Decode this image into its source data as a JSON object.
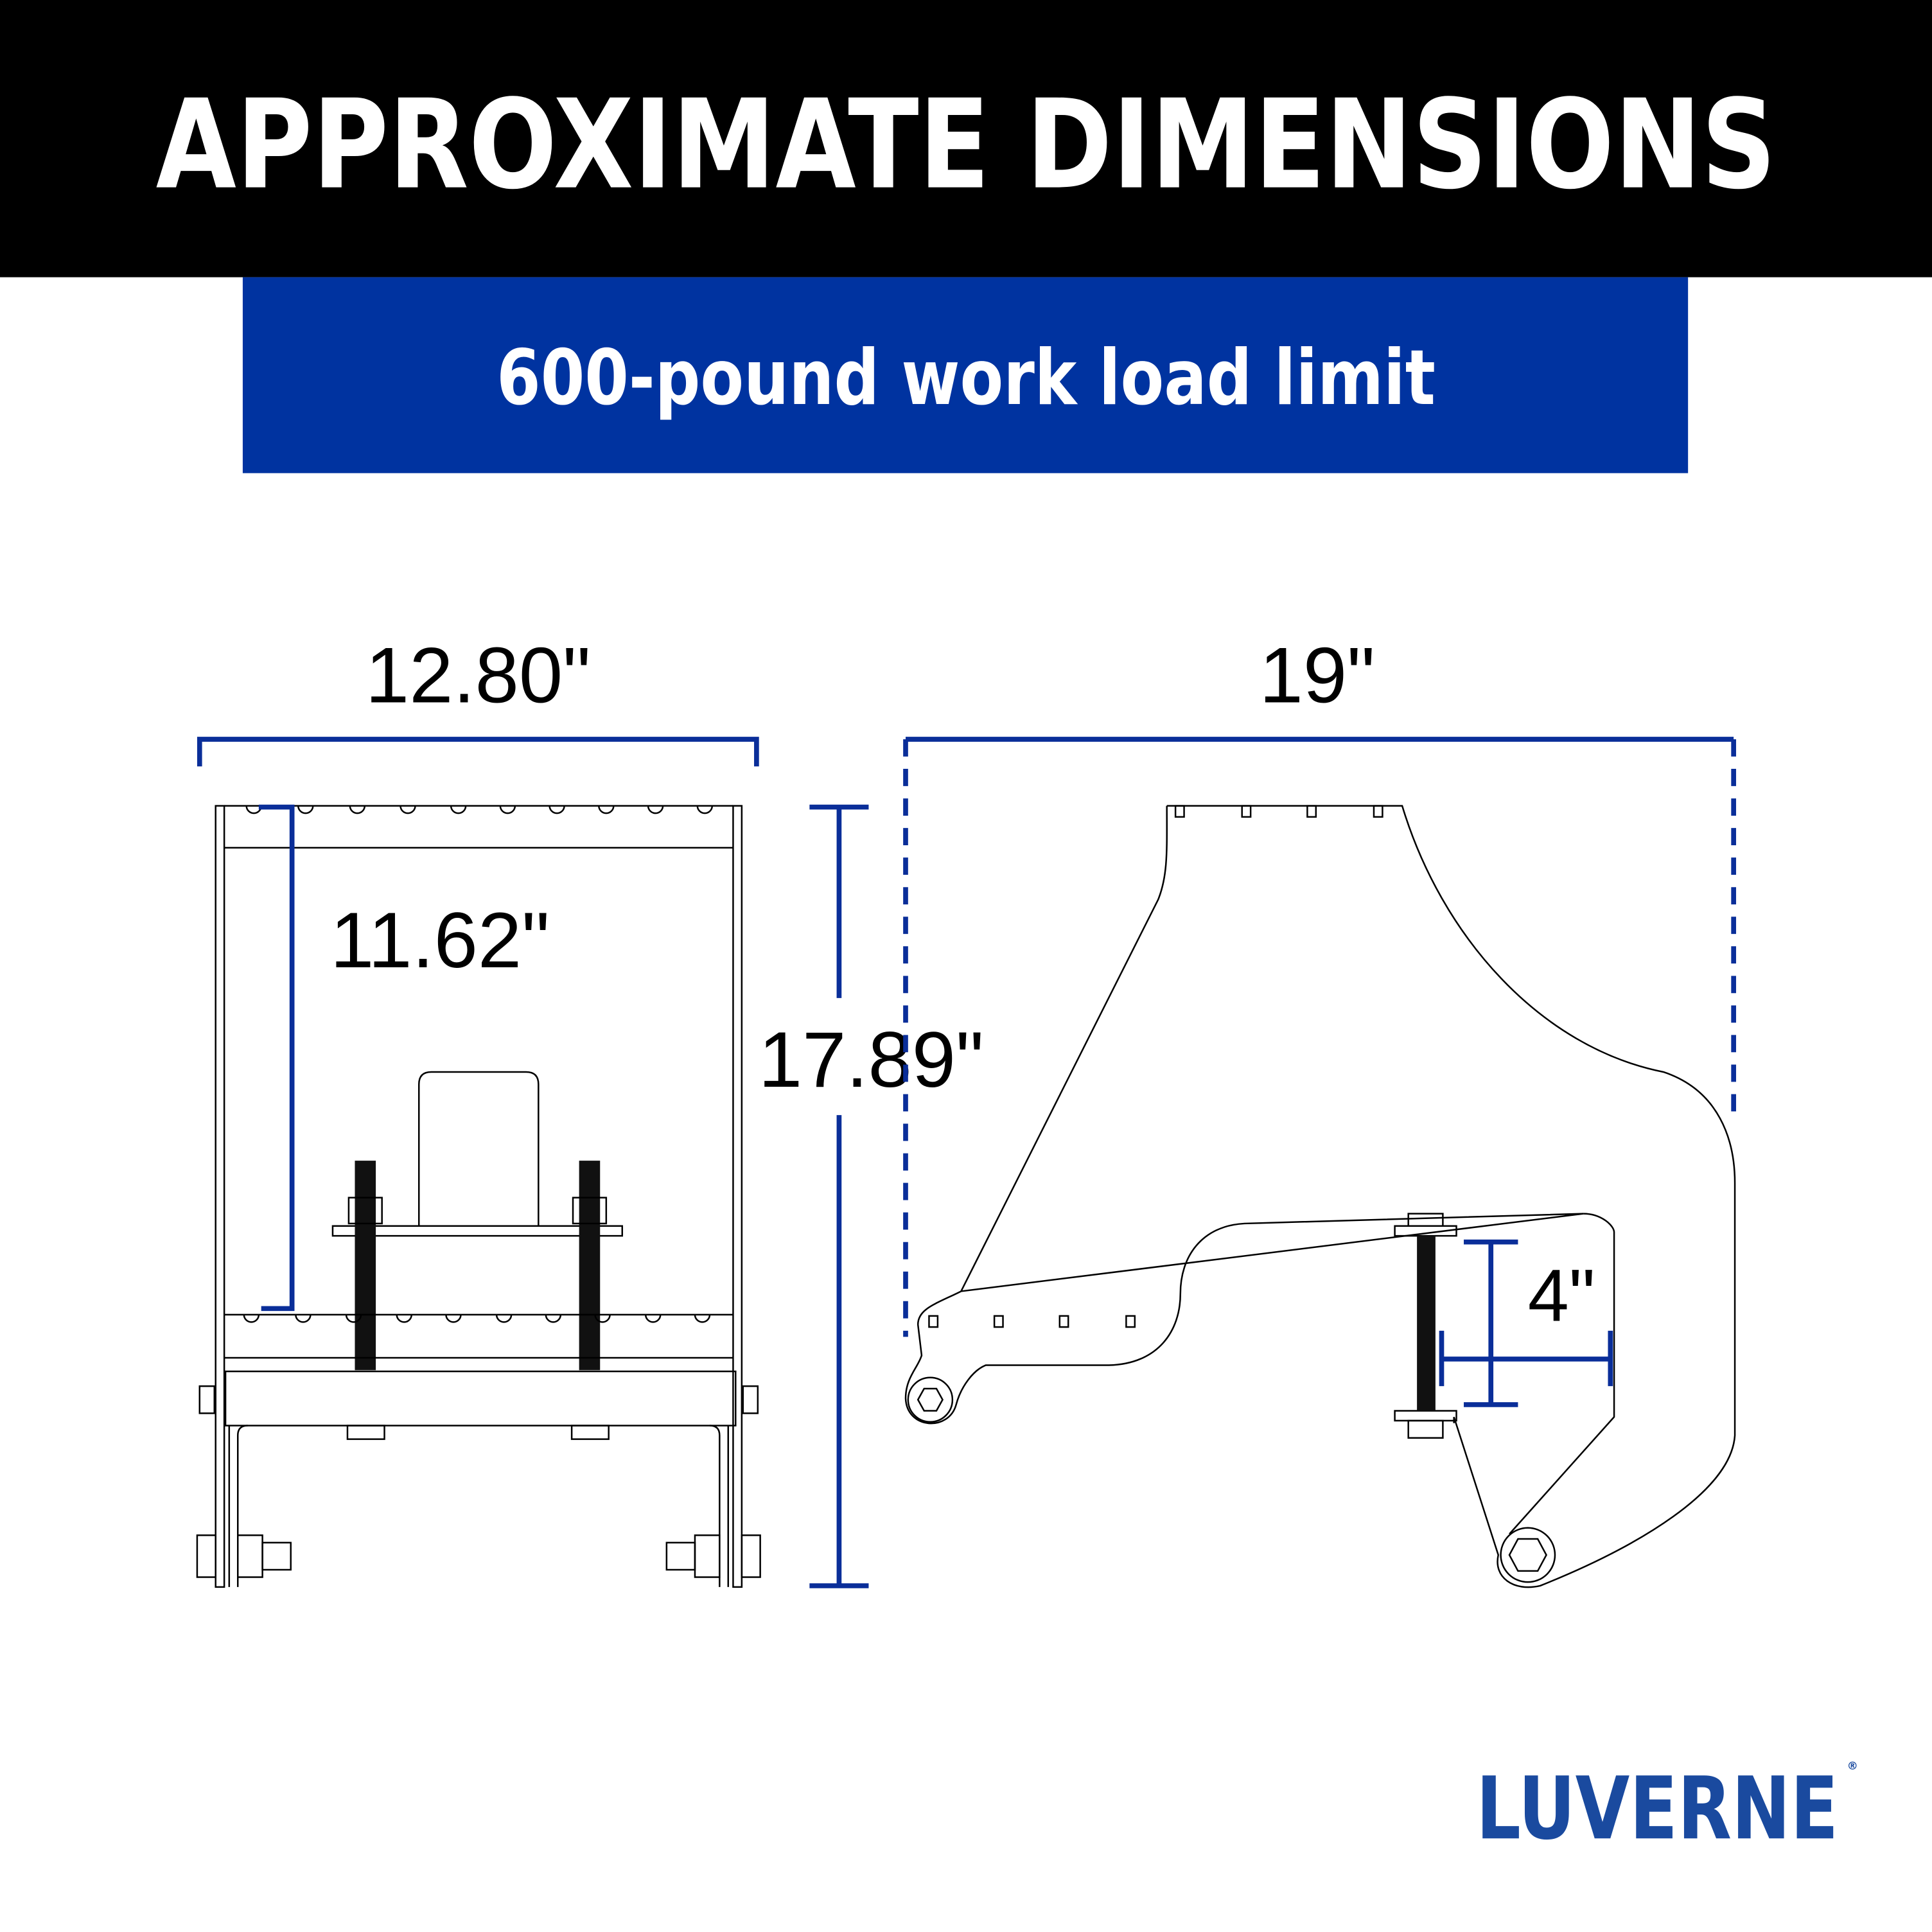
{
  "header": {
    "title": "APPROXIMATE DIMENSIONS"
  },
  "banner": {
    "subtitle": "600-pound work load limit"
  },
  "front_view": {
    "width_label": "12.80\"",
    "inner_height_label": "11.62\"",
    "overall_height_label": "17.89\""
  },
  "side_view": {
    "depth_label": "19\"",
    "clearance_label": "4\""
  },
  "brand": {
    "logo_text": "LUVERNE",
    "registered_mark": "®"
  },
  "colors": {
    "header_bg": "#000000",
    "banner_bg": "#0033a0",
    "dimension_blue": "#0a2e99",
    "logo_blue": "#1a4a9f"
  }
}
